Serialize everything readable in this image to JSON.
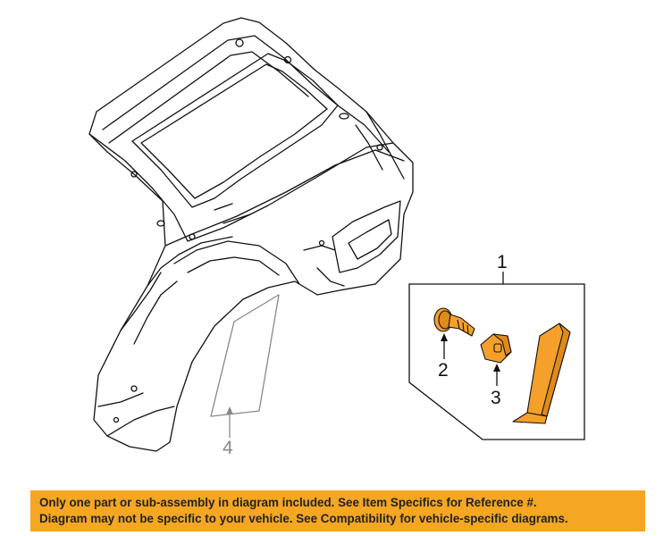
{
  "diagram": {
    "callouts": [
      {
        "id": "1",
        "label": "1"
      },
      {
        "id": "2",
        "label": "2"
      },
      {
        "id": "3",
        "label": "3"
      },
      {
        "id": "4",
        "label": "4"
      }
    ],
    "colors": {
      "line": "#111111",
      "part_fill": "#f5a02a",
      "ghost": "#888888",
      "banner": "#f5a623"
    }
  },
  "notice": {
    "line1": "Only one part or sub-assembly in diagram included. See Item Specifics for Reference #.",
    "line2": "Diagram may not be specific to your vehicle. See Compatibility for vehicle-specific diagrams."
  }
}
